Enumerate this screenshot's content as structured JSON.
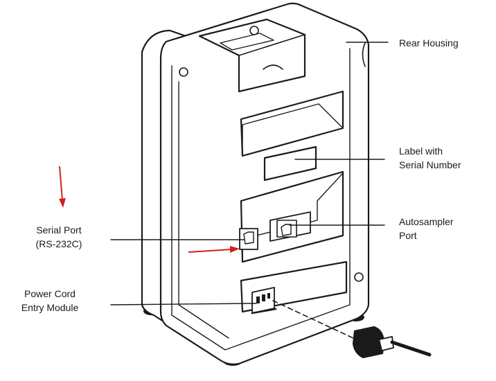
{
  "labels": {
    "rear_housing": "Rear Housing",
    "label_serial": [
      "Label with",
      "Serial Number"
    ],
    "autosampler": [
      "Autosampler",
      "Port"
    ],
    "serial_port": [
      "Serial Port",
      "(RS-232C)"
    ],
    "power_cord": [
      "Power Cord",
      "Entry Module"
    ]
  },
  "colors": {
    "outline": "#1a1a1a",
    "arrow": "#d42020",
    "background": "#ffffff"
  },
  "icons": [
    "rj-jack-icon",
    "rj-jack-icon",
    "power-inlet-icon",
    "power-plug-icon"
  ]
}
